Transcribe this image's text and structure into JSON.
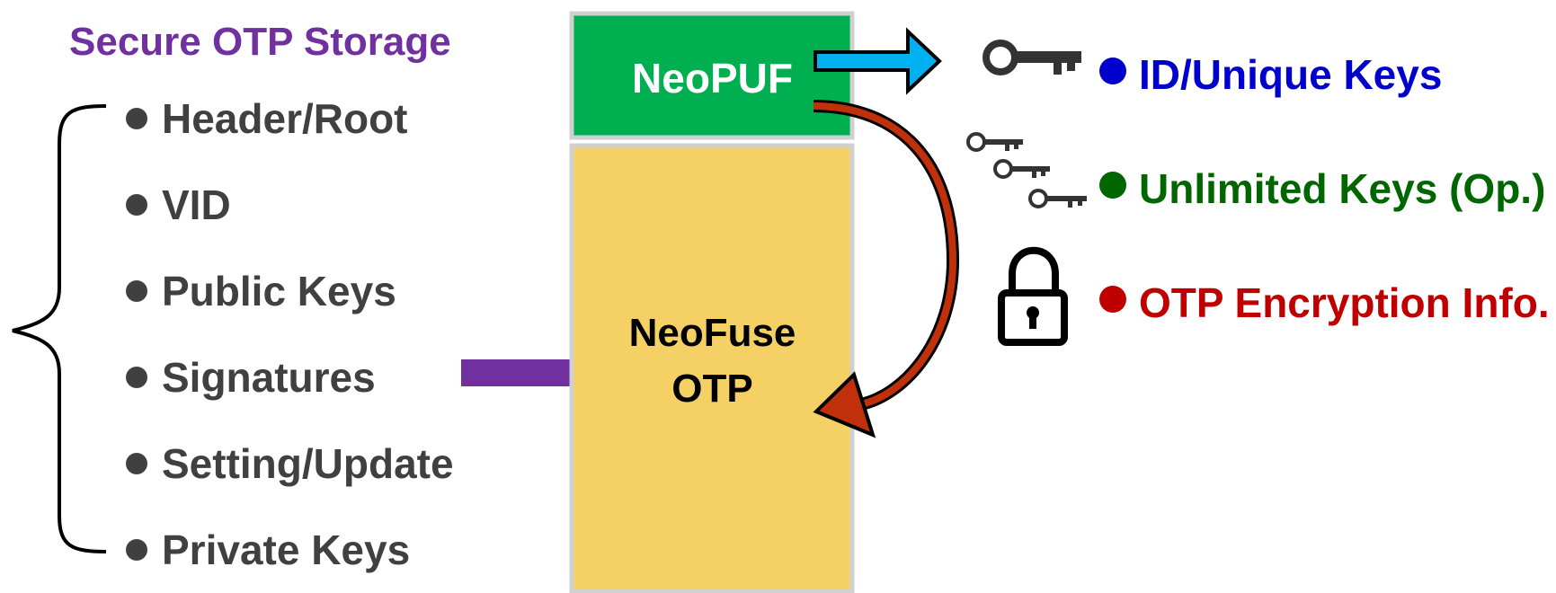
{
  "left_panel": {
    "title": "Secure OTP Storage",
    "items": [
      "Header/Root",
      "VID",
      "Public Keys",
      "Signatures",
      "Setting/Update",
      "Private Keys"
    ]
  },
  "blocks": {
    "neopuf": "NeoPUF",
    "neofuse_line1": "NeoFuse",
    "neofuse_line2": "OTP"
  },
  "right_panel": {
    "items": [
      {
        "label": "ID/Unique Keys",
        "color": "#0000cc",
        "icon": "single-key-icon"
      },
      {
        "label": "Unlimited Keys (Op.)",
        "color": "#006600",
        "icon": "multiple-keys-icon"
      },
      {
        "label": "OTP Encryption Info.",
        "color": "#c00000",
        "icon": "padlock-icon"
      }
    ]
  },
  "colors": {
    "title_purple": "#7030a0",
    "neopuf_green": "#00b050",
    "neofuse_yellow": "#f5d065",
    "cyan_arrow": "#00b0f0",
    "red_arrow": "#c0300a",
    "text_gray": "#404040"
  }
}
